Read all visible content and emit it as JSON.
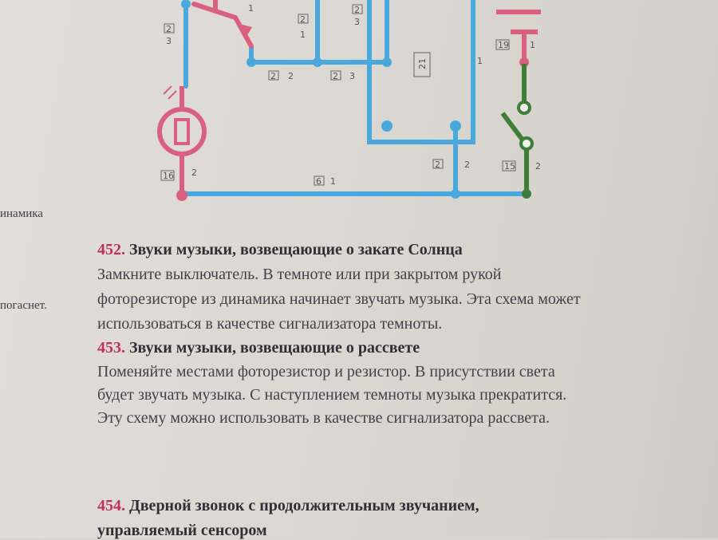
{
  "diagram": {
    "labels": {
      "top_left_a": "2",
      "top_left_b": "3",
      "top_mid1_a": "1",
      "top_mid2_a": "2",
      "top_mid2_b": "1",
      "top_mid3_a": "2",
      "top_mid3_b": "3",
      "wire_2_2": "2",
      "wire_2_2b": "2",
      "wire_2_3": "2",
      "wire_2_3b": "3",
      "module_21": "21",
      "right_wire_1": "1",
      "sw_19": "19",
      "sw_19_1": "1",
      "photo_16": "16",
      "photo_16_2": "2",
      "bottom_6": "6",
      "bottom_6_1": "1",
      "bottom_2": "2",
      "bottom_2_2": "2",
      "bottom_15": "15",
      "bottom_15_2": "2"
    }
  },
  "margin": {
    "note1": "инамика",
    "note2": "погаснет."
  },
  "exercises": [
    {
      "number": "452.",
      "title": "Звуки музыки, возвещающие о закате Солнца",
      "lines": [
        "Замкните выключатель. В темноте или при закрытом рукой",
        "фоторезисторе из динамика начинает звучать музыка. Эта схема может",
        "использоваться в качестве сигнализатора темноты."
      ]
    },
    {
      "number": "453.",
      "title": "Звуки музыки, возвещающие о рассвете",
      "lines": [
        "Поменяйте местами фоторезистор и резистор. В присутствии света",
        "будет звучать музыка. С наступлением темноты музыка прекратится.",
        "Эту схему можно использовать в качестве сигнализатора рассвета."
      ]
    },
    {
      "number": "454.",
      "title": "Дверной звонок с продолжительным звучанием,",
      "lines": [
        "управляемый сенсором"
      ]
    }
  ],
  "colors": {
    "blue_wire": "#4aa8dc",
    "pink_wire": "#d9607f",
    "green_wire": "#3f7d3a",
    "number_accent": "#c0305f"
  }
}
